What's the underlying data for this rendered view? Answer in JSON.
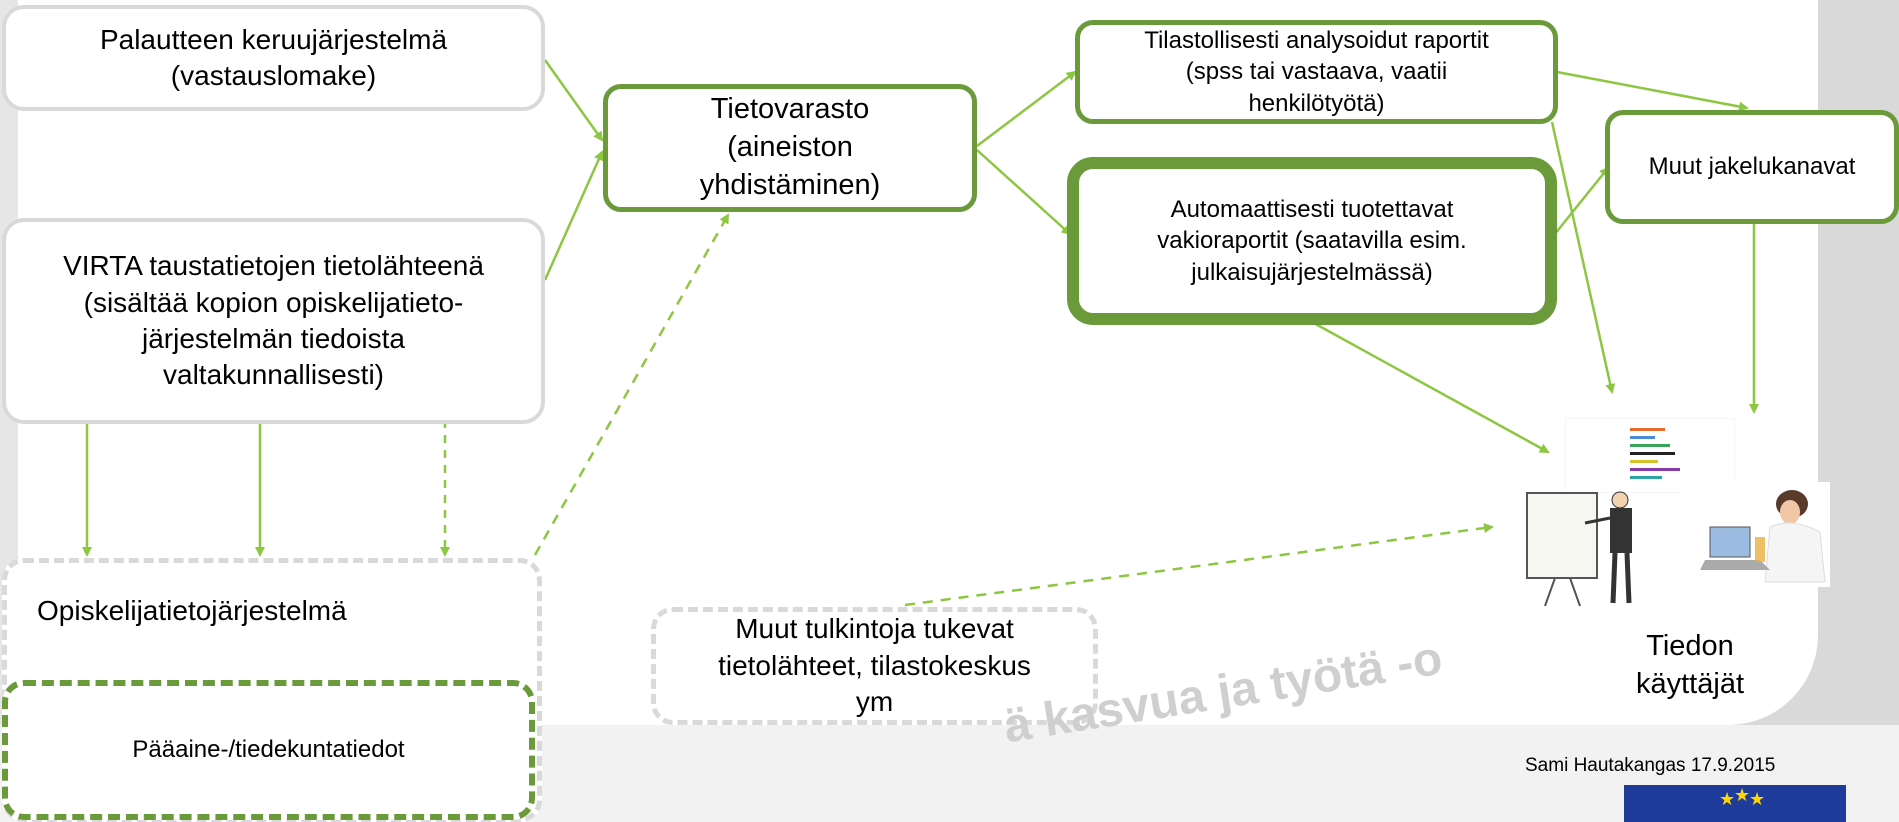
{
  "boxes": {
    "feedback": "Palautteen keruujärjestelmä\n(vastauslomake)",
    "virta": "VIRTA taustatietojen tietolähteenä\n(sisältää kopion opiskelijatieto-\njärjestelmän tiedoista\nvaltakunnallisesti)",
    "student_system": "Opiskelijatietojärjestelmä",
    "major": "Pääaine-/tiedekuntatiedot",
    "warehouse": "Tietovarasto\n(aineiston\nyhdistäminen)",
    "other_sources": "Muut tulkintoja tukevat\ntietolähteet, tilastokeskus\nym",
    "stat_reports": "Tilastollisesti analysoidut raportit\n(spss tai vastaava, vaatii\nhenkilötyötä)",
    "auto_reports": "Automaattisesti tuotettavat\nvakioraportit (saatavilla esim.\njulkaisujärjestelmässä)",
    "other_channels": "Muut jakelukanavat"
  },
  "users_label": "Tiedon\nkäyttäjät",
  "author": "Sami Hautakangas 17.9.2015",
  "watermark": "ä kasvua ja työtä -o",
  "colors": {
    "green": "#6b9a3a",
    "arrow_green": "#8dc641",
    "gray": "#d9d9d9"
  }
}
